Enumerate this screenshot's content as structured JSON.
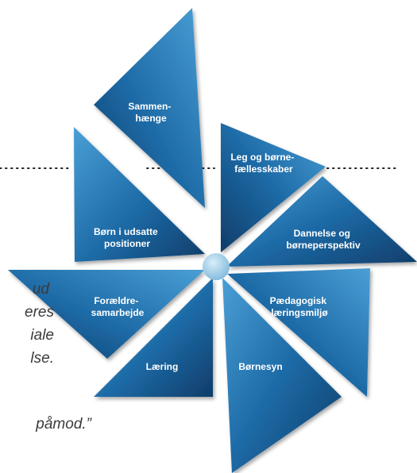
{
  "quote": {
    "lines": [
      "ud",
      "eres",
      "iale",
      "lse.",
      "påmod.”"
    ]
  },
  "pinwheel": {
    "colors": {
      "dark": "#123f6b",
      "light": "#3d8fc6",
      "mid": "#1f6aa5",
      "center": "#a9d4ec",
      "dotted": "#222222"
    },
    "segments": [
      {
        "id": "sammenhaenge",
        "lines": [
          "Sammen-",
          "hænge"
        ]
      },
      {
        "id": "leg",
        "lines": [
          "Leg og børne-",
          "fællesskaber"
        ]
      },
      {
        "id": "dannelse",
        "lines": [
          "Dannelse og",
          "børneperspektiv"
        ]
      },
      {
        "id": "paedagogisk",
        "lines": [
          "Pædagogisk",
          "læringsmiljø"
        ]
      },
      {
        "id": "bornesyn",
        "lines": [
          "Børnesyn"
        ]
      },
      {
        "id": "laering",
        "lines": [
          "Læring"
        ]
      },
      {
        "id": "foraeldre",
        "lines": [
          "Forældre-",
          "samarbejde"
        ]
      },
      {
        "id": "udsatte",
        "lines": [
          "Børn i udsatte",
          "positioner"
        ]
      }
    ]
  }
}
